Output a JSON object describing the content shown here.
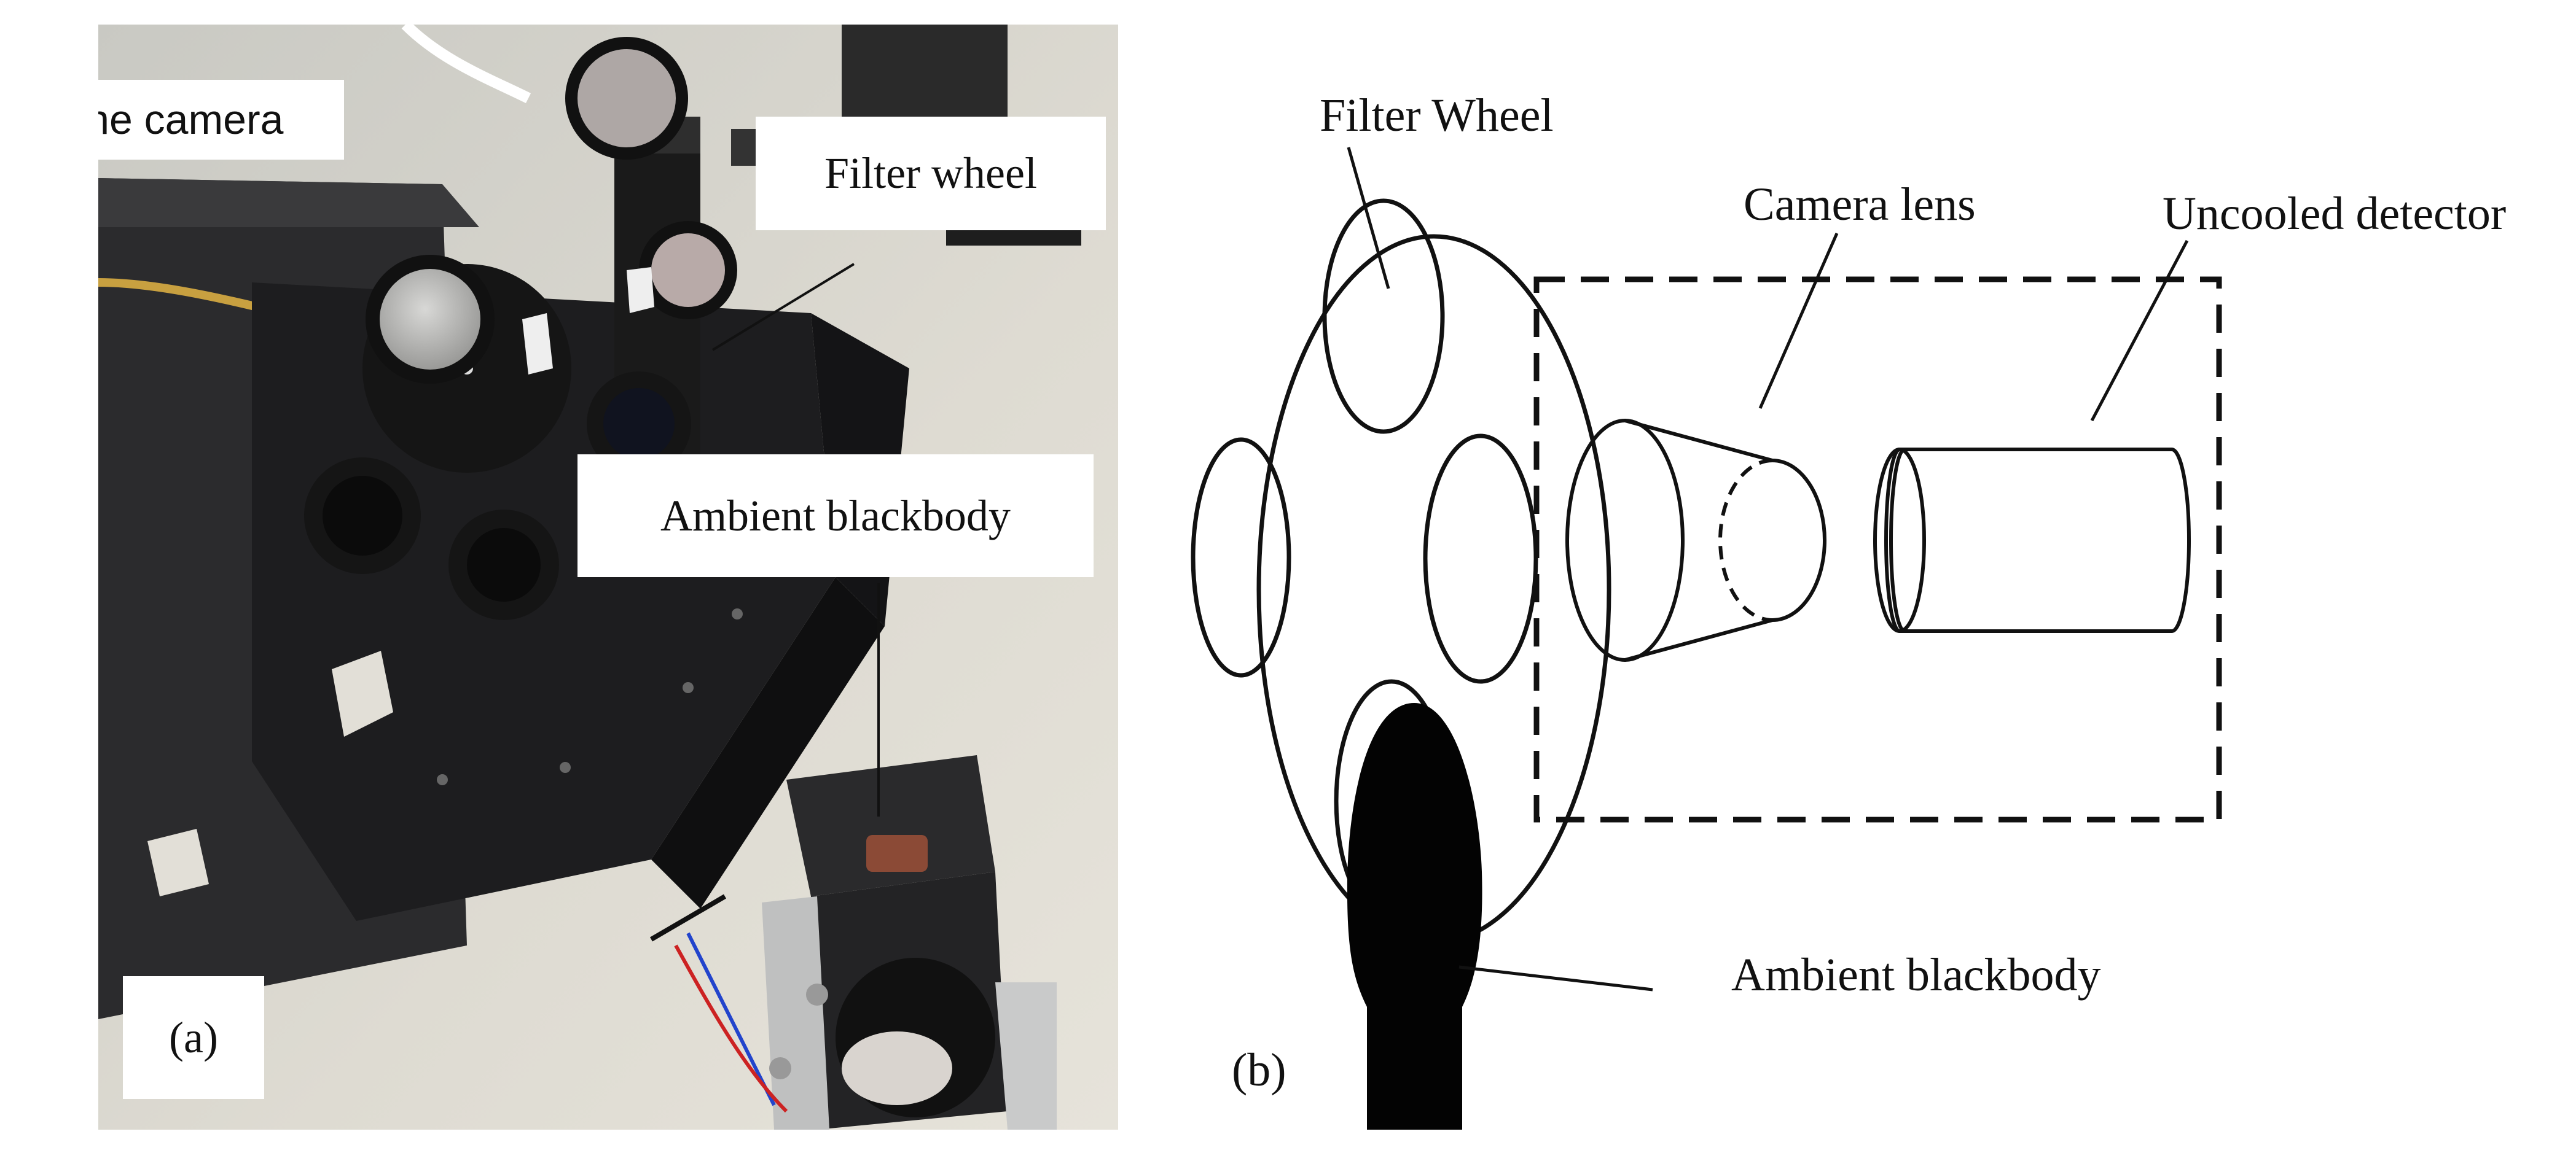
{
  "figure": {
    "panel_a": {
      "marker": "(a)",
      "labels": {
        "camera": "The camera",
        "filter_wheel": "Filter wheel",
        "ambient_blackbody": "Ambient blackbody"
      }
    },
    "panel_b": {
      "marker": "(b)",
      "labels": {
        "filter_wheel": "Filter Wheel",
        "camera_lens": "Camera lens",
        "uncooled_detector": "Uncooled detector",
        "ambient_blackbody": "Ambient blackbody"
      }
    }
  }
}
